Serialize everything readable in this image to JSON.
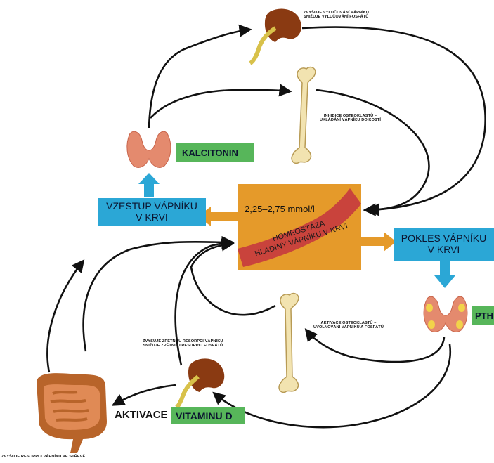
{
  "labels": {
    "kidney_top": "ZVYŠUJE VYLUČOVÁNÍ VÁPNÍKU\nSNIŽUJE VYLUČOVÁNÍ FOSFÁTŮ",
    "bone_top": "INHIBICE OSTEOKLASTŮ –\nUKLÁDÁNÍ VÁPNÍKU DO KOSTÍ",
    "bone_bottom": "AKTIVACE OSTEOKLASTŮ –\nUVOLŇOVÁNÍ VÁPNÍKU A FOSFÁTŮ",
    "kidney_bottom": "ZVYŠUJE ZPĚTNOU RESORPCI VÁPNÍKU\nSNIŽUJE ZPĚTNOU RESORPCI FOSFÁTŮ",
    "intestine": "ZVYŠUJE RESORPCI VÁPNÍKU VE STŘEVĚ"
  },
  "hormones": {
    "calcitonin": "KALCITONIN",
    "pth": "PTH",
    "vitamin_d": "VITAMINU D",
    "aktivace": "AKTIVACE"
  },
  "states": {
    "rise": "VZESTUP VÁPNÍKU\nV KRVI",
    "fall": "POKLES VÁPNÍKU\nV KRVI"
  },
  "center": {
    "range": "2,25–2,75 mmol/l",
    "homeostasis": "HOMEOSTÁZA\nHLADINY VÁPNÍKU V KRVI"
  },
  "colors": {
    "blue_box": "#2ba7d6",
    "green_box": "#57b65a",
    "orange": "#e59a2a",
    "red_band": "#c9433c"
  }
}
